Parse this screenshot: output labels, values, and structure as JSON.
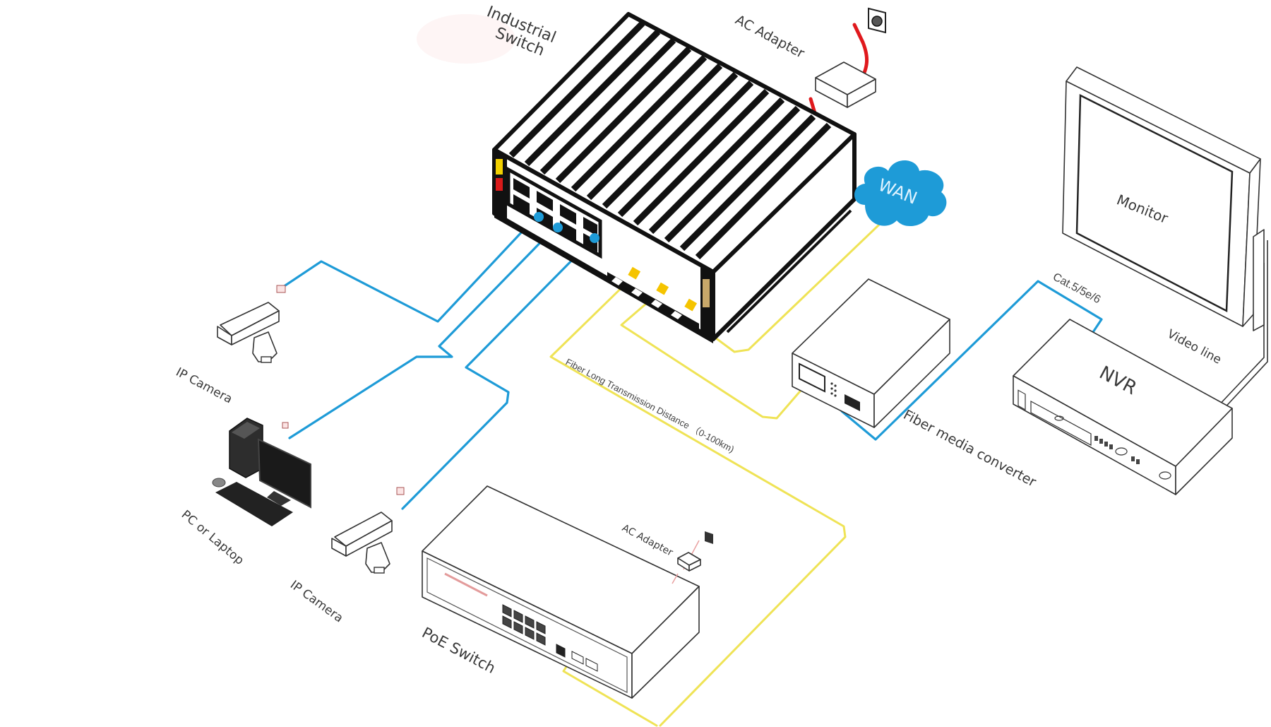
{
  "diagram": {
    "type": "network-topology",
    "colors": {
      "ethernet_cable": "#1e9bd7",
      "fiber_cable": "#efe356",
      "power_cable": "#e0191d",
      "wan_cloud": "#1e9bd7",
      "port_connector_ethernet": "#1e9bd7",
      "port_connector_fiber": "#f5c400"
    },
    "labels": {
      "industrial_switch_line1": "Industrial",
      "industrial_switch_line2": "Switch",
      "ac_adapter_top": "AC Adapter",
      "wan": "WAN",
      "monitor": "Monitor",
      "cat_cable": "Cat.5/5e/6",
      "video_line": "Video line",
      "nvr": "NVR",
      "fiber_media_converter": "Fiber media converter",
      "fiber_distance": "Fiber Long Transmission Distance （0-100km)",
      "ip_camera_1": "IP Camera",
      "pc_or_laptop": "PC or Laptop",
      "ip_camera_2": "IP Camera",
      "ac_adapter_poe": "AC Adapter",
      "poe_switch": "PoE Switch"
    },
    "nodes": [
      {
        "id": "industrial-switch",
        "label": "Industrial Switch"
      },
      {
        "id": "ac-adapter-1",
        "label": "AC Adapter"
      },
      {
        "id": "wan",
        "label": "WAN"
      },
      {
        "id": "monitor",
        "label": "Monitor"
      },
      {
        "id": "nvr",
        "label": "NVR"
      },
      {
        "id": "fiber-media-converter",
        "label": "Fiber media converter"
      },
      {
        "id": "ip-camera-1",
        "label": "IP Camera"
      },
      {
        "id": "pc",
        "label": "PC or Laptop"
      },
      {
        "id": "ip-camera-2",
        "label": "IP Camera"
      },
      {
        "id": "poe-switch",
        "label": "PoE Switch"
      },
      {
        "id": "ac-adapter-2",
        "label": "AC Adapter"
      }
    ],
    "edges": [
      {
        "from": "ac-adapter-1",
        "to": "industrial-switch",
        "medium": "power"
      },
      {
        "from": "industrial-switch",
        "to": "ip-camera-1",
        "medium": "ethernet"
      },
      {
        "from": "industrial-switch",
        "to": "pc",
        "medium": "ethernet"
      },
      {
        "from": "industrial-switch",
        "to": "ip-camera-2",
        "medium": "ethernet"
      },
      {
        "from": "industrial-switch",
        "to": "wan",
        "medium": "fiber"
      },
      {
        "from": "industrial-switch",
        "to": "fiber-media-converter",
        "medium": "fiber"
      },
      {
        "from": "industrial-switch",
        "to": "poe-switch",
        "medium": "fiber",
        "note": "Fiber Long Transmission Distance （0-100km)"
      },
      {
        "from": "fiber-media-converter",
        "to": "nvr",
        "medium": "ethernet",
        "note": "Cat.5/5e/6"
      },
      {
        "from": "nvr",
        "to": "monitor",
        "medium": "video",
        "note": "Video line"
      },
      {
        "from": "ac-adapter-2",
        "to": "poe-switch",
        "medium": "power"
      }
    ]
  }
}
